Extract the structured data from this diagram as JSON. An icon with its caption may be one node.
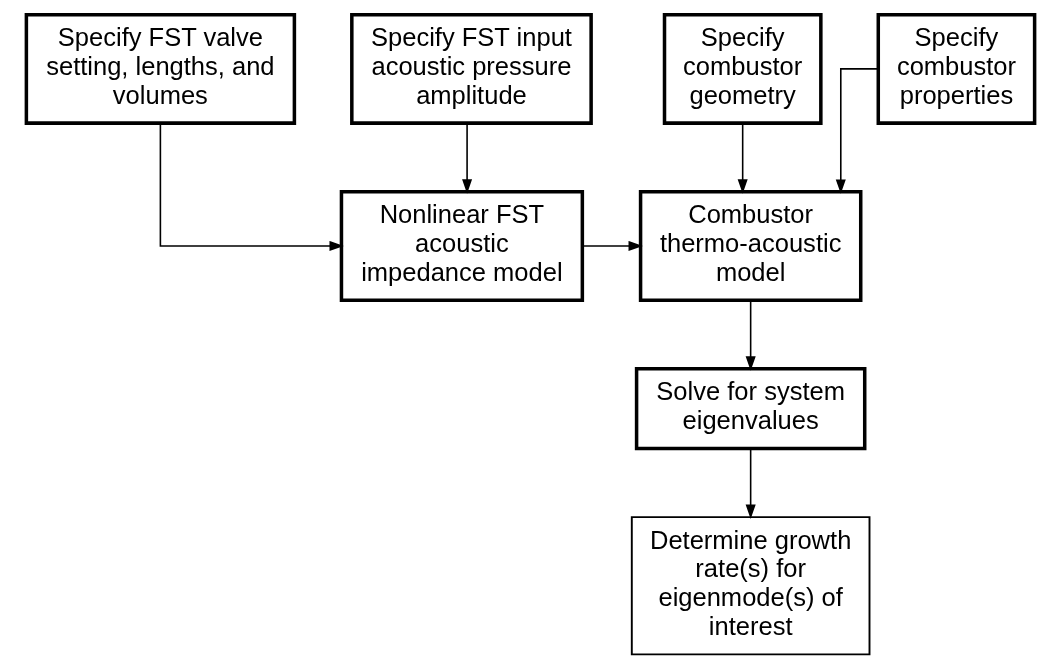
{
  "diagram": {
    "nodes": [
      {
        "text": [
          "Specify FST valve setting, lengths, and volumes"
        ]
      },
      {
        "text": [
          "Specify FST input acoustic pressure amplitude"
        ]
      },
      {
        "text": [
          "Specify combustor geometry"
        ]
      },
      {
        "text": [
          "Specify combustor properties"
        ]
      },
      {
        "text": [
          "Nonlinear FST acoustic impedance model"
        ]
      },
      {
        "text": [
          "Combustor thermo-acoustic model"
        ]
      },
      {
        "text": [
          "Solve for system eigenvalues"
        ]
      },
      {
        "text": [
          "Determine growth rate(s) for eigenmode(s) of interest"
        ]
      }
    ],
    "edges": [
      {
        "from": 0,
        "to": 4,
        "arrow": "to"
      },
      {
        "from": 1,
        "to": 4,
        "arrow": "to"
      },
      {
        "from": 2,
        "to": 5,
        "arrow": "to"
      },
      {
        "from": 3,
        "to": 5,
        "arrow": "to"
      },
      {
        "from": 4,
        "to": 5,
        "arrow": "to"
      },
      {
        "from": 5,
        "to": 6,
        "arrow": "to"
      },
      {
        "from": 6,
        "to": 7,
        "arrow": "to"
      }
    ]
  }
}
